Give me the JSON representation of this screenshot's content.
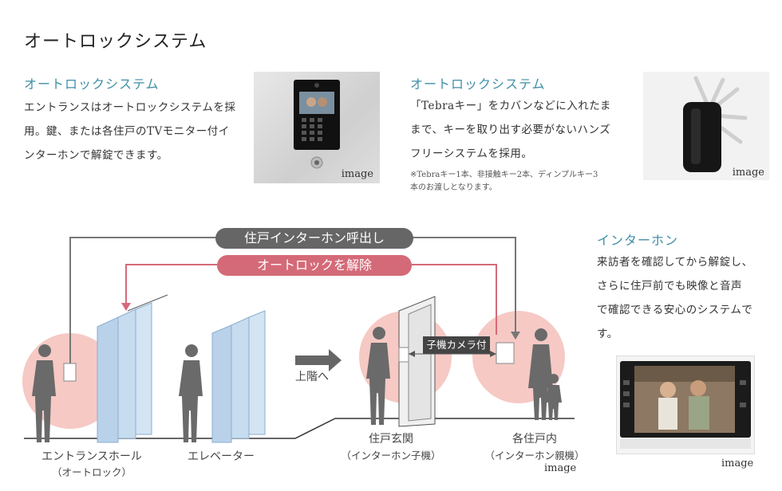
{
  "page_title": "オートロックシステム",
  "sections": {
    "entrance": {
      "heading": "オートロックシステム",
      "lines": [
        "エントランスはオートロックシステムを採",
        "用。鍵、または各住戸のTVモニター付イ",
        "ンターホンで解錠できます。"
      ],
      "image_label": "image"
    },
    "tebra": {
      "heading": "オートロックシステム",
      "lines": [
        "「Tebraキー」をカバンなどに入れたま",
        "まで、キーを取り出す必要がないハンズ",
        "フリーシステムを採用。"
      ],
      "note_lines": [
        "※Tebraキー1本、非接触キー2本、ディンプルキー3",
        "本のお渡しとなります。"
      ],
      "image_label": "image"
    },
    "intercom": {
      "heading": "インターホン",
      "lines": [
        "来訪者を確認してから解錠し、",
        "さらに住戸前でも映像と音声",
        "で確認できる安心のシステムで",
        "す。"
      ],
      "image_label": "image"
    }
  },
  "diagram": {
    "call_label": "住戸インターホン呼出し",
    "unlock_label": "オートロックを解除",
    "camera_label": "子機カメラ付",
    "upstairs_label": "上階へ",
    "captions": {
      "entrance_hall": "エントランスホール",
      "entrance_hall_sub": "（オートロック）",
      "elevator": "エレベーター",
      "unit_entrance": "住戸玄関",
      "unit_entrance_sub": "（インターホン子機）",
      "unit_inside": "各住戸内",
      "unit_inside_sub": "（インターホン親機）"
    },
    "image_label": "image"
  },
  "colors": {
    "accent": "#3f8fa6",
    "red": "#d46a78",
    "circle": "#f6c9c4",
    "gray": "#666666"
  }
}
